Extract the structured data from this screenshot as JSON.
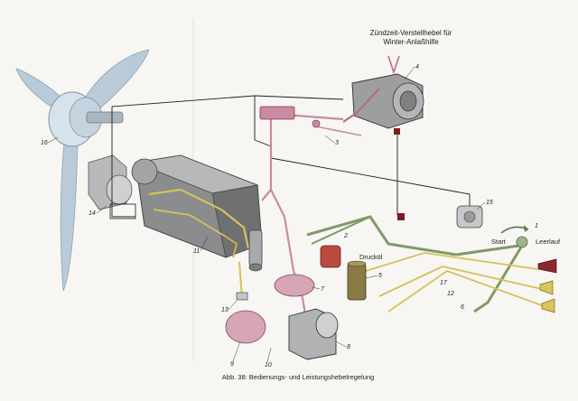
{
  "header": {
    "title_line1": "Zündzeit-Verstellhebel für",
    "title_line2": "Winter-Anlaßhilfe"
  },
  "labels": {
    "n1": "1",
    "n2": "2",
    "n3": "3",
    "n4": "4",
    "n5": "5",
    "n6": "6",
    "n7": "7",
    "n8": "8",
    "n9": "9",
    "n10": "10",
    "n11": "11",
    "n12": "12",
    "n13": "13",
    "n14": "14",
    "n15": "15",
    "n16": "16",
    "n17": "17",
    "druckol": "Drucköl",
    "start": "Start",
    "leerlauf": "Leerlauf"
  },
  "caption": "Abb. 38: Bedienungs- und Leistungshebelregelung",
  "colors": {
    "propeller": "#b9cbd9",
    "engine": "#8a8c8e",
    "pink": "#c98aa2",
    "green": "#7f9a6a",
    "yellow": "#d6c25a",
    "dark_red": "#7a1e24"
  }
}
